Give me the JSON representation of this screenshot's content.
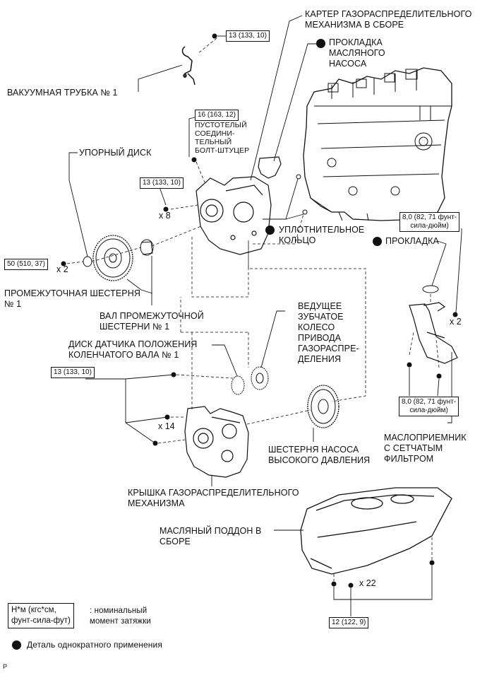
{
  "labels": {
    "vacuum_tube": "ВАКУУМНАЯ ТРУБКА № 1",
    "camshaft_housing": "КАРТЕР ГАЗОРАСПРЕДЕЛИТЕЛЬНОГО\nМЕХАНИЗМА В СБОРЕ",
    "oil_pump_gasket": "ПРОКЛАДКА\nМАСЛЯНОГО\nНАСОСА",
    "hollow_bolt": "ПУСТОТЕЛЫЙ\nСОЕДИНИ-\nТЕЛЬНЫЙ\nБОЛТ-ШТУЦЕР",
    "thrust_washer": "УПОРНЫЙ ДИСК",
    "o_ring": "УПЛОТНИТЕЛЬНОЕ\nКОЛЬЦО",
    "gasket": "ПРОКЛАДКА",
    "idler_gear": "ПРОМЕЖУТОЧНАЯ ШЕСТЕРНЯ\n№ 1",
    "idler_shaft": "ВАЛ ПРОМЕЖУТОЧНОЙ\nШЕСТЕРНИ № 1",
    "drive_gear": "ВЕДУЩЕЕ\nЗУБЧАТОЕ\nКОЛЕСО\nПРИВОДА\nГАЗОРАСПРЕ-\nДЕЛЕНИЯ",
    "crank_sensor_plate": "ДИСК ДАТЧИКА ПОЛОЖЕНИЯ\nКОЛЕНЧАТОГО ВАЛА № 1",
    "strainer": "МАСЛОПРИЕМНИК\nС СЕТЧАТЫМ\nФИЛЬТРОМ",
    "hp_pump_gear": "ШЕСТЕРНЯ НАСОСА\nВЫСОКОГО ДАВЛЕНИЯ",
    "timing_cover": "КРЫШКА ГАЗОРАСПРЕДЕЛИТЕЛЬНОГО\nМЕХАНИЗМА",
    "oil_pan": "МАСЛЯНЫЙ ПОДДОН В\nСБОРЕ"
  },
  "torques": {
    "vacuum_tube": "13 (133, 10)",
    "hollow_bolt": "16 (163, 12)",
    "housing_bolts": "13 (133, 10)",
    "thrust_washer": "50 (510, 37)",
    "gasket_bolts": "8,0 (82, 71 фунт-\nсила-дюйм)",
    "strainer_bolts": "8,0 (82, 71 фунт-\nсила-дюйм)",
    "cover_bolts": "13 (133, 10)",
    "oil_pan_bolts": "12 (122, 9)"
  },
  "multipliers": {
    "housing": "x 8",
    "thrust": "x 2",
    "gasket": "x 2",
    "cover": "x 14",
    "oil_pan": "x 22"
  },
  "legend": {
    "torque_unit": "Н*м (кгс*см,\nфунт-сила-фут)",
    "torque_desc": ": номинальный\nмомент затяжки",
    "single_use": "Деталь однократного применения"
  },
  "footer_code": "P"
}
